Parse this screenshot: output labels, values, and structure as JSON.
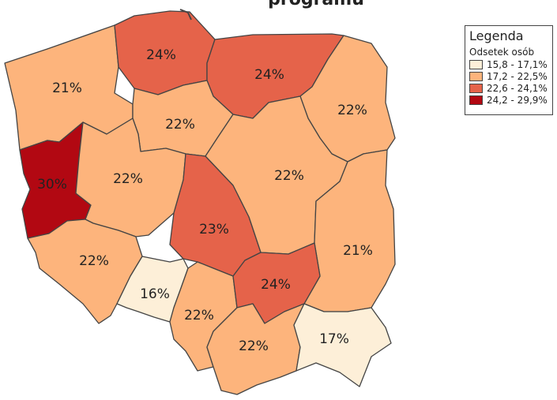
{
  "title": "programu",
  "legend": {
    "title": "Legenda",
    "subtitle": "Odsetek osób",
    "items": [
      {
        "label": "15,8 - 17,1%",
        "color": "#fdefd8"
      },
      {
        "label": "17,2 - 22,5%",
        "color": "#fdb47c"
      },
      {
        "label": "22,6 - 24,1%",
        "color": "#e5634a"
      },
      {
        "label": "24,2 - 29,9%",
        "color": "#b20812"
      }
    ]
  },
  "regions": [
    {
      "name": "zachodniopomorskie",
      "label": "21%",
      "color": "#fdb47c"
    },
    {
      "name": "pomorskie",
      "label": "24%",
      "color": "#e5634a"
    },
    {
      "name": "warminsko-mazurskie",
      "label": "24%",
      "color": "#e5634a"
    },
    {
      "name": "podlaskie",
      "label": "22%",
      "color": "#fdb47c"
    },
    {
      "name": "kujawsko-pomorskie",
      "label": "22%",
      "color": "#fdb47c"
    },
    {
      "name": "lubuskie",
      "label": "30%",
      "color": "#b20812"
    },
    {
      "name": "wielkopolskie",
      "label": "22%",
      "color": "#fdb47c"
    },
    {
      "name": "mazowieckie",
      "label": "22%",
      "color": "#fdb47c"
    },
    {
      "name": "lodzkie",
      "label": "23%",
      "color": "#e5634a"
    },
    {
      "name": "lubelskie",
      "label": "21%",
      "color": "#fdb47c"
    },
    {
      "name": "dolnoslaskie",
      "label": "22%",
      "color": "#fdb47c"
    },
    {
      "name": "opolskie",
      "label": "16%",
      "color": "#fdefd8"
    },
    {
      "name": "slaskie",
      "label": "22%",
      "color": "#fdb47c"
    },
    {
      "name": "swietokrzyskie",
      "label": "24%",
      "color": "#e5634a"
    },
    {
      "name": "malopolskie",
      "label": "22%",
      "color": "#fdb47c"
    },
    {
      "name": "podkarpackie",
      "label": "17%",
      "color": "#fdefd8"
    }
  ]
}
